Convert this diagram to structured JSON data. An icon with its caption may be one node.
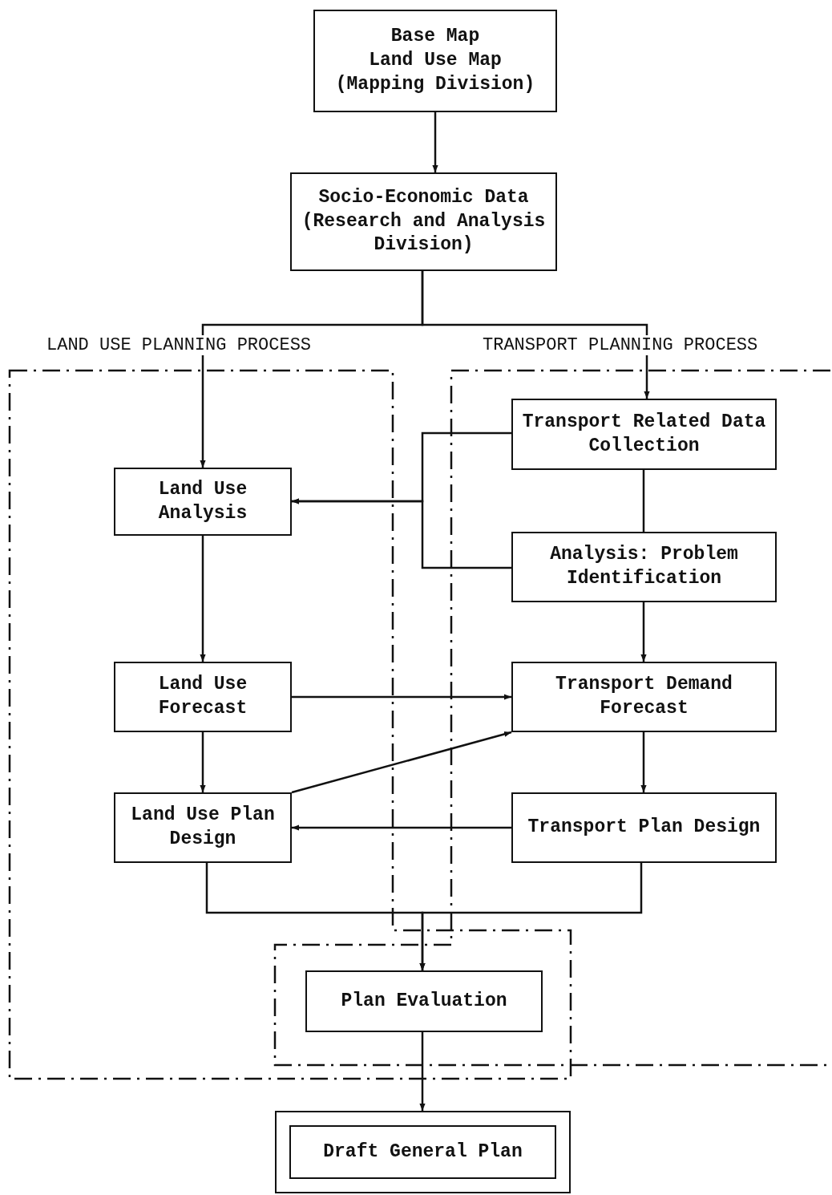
{
  "diagram": {
    "nodes": [
      {
        "text": [
          "Base Map",
          "Land Use Map",
          "(Mapping Division)"
        ]
      },
      {
        "text": [
          "Socio-Economic Data (Research and Analysis Division)"
        ]
      },
      {
        "text": [
          "Transport Related Data Collection"
        ]
      },
      {
        "text": [
          "Land Use Analysis"
        ]
      },
      {
        "text": [
          "Analysis: Problem Identification"
        ]
      },
      {
        "text": [
          "Land Use Forecast"
        ]
      },
      {
        "text": [
          "Transport Demand Forecast"
        ]
      },
      {
        "text": [
          "Land Use Plan Design"
        ]
      },
      {
        "text": [
          "Transport Plan Design"
        ]
      },
      {
        "text": [
          "Plan Evaluation"
        ]
      },
      {
        "text": [
          "Draft General Plan"
        ]
      }
    ],
    "edges": [
      {
        "from": 0,
        "to": 1,
        "arrow": "to"
      },
      {
        "from": 1,
        "to": 3,
        "arrow": "to"
      },
      {
        "from": 1,
        "to": 2,
        "arrow": "to"
      },
      {
        "from": 2,
        "to": 3,
        "arrow": "to"
      },
      {
        "from": 4,
        "to": 3,
        "arrow": "to"
      },
      {
        "from": 2,
        "to": 4,
        "arrow": "none"
      },
      {
        "from": 3,
        "to": 5,
        "arrow": "to"
      },
      {
        "from": 4,
        "to": 6,
        "arrow": "to"
      },
      {
        "from": 5,
        "to": 6,
        "arrow": "to"
      },
      {
        "from": 5,
        "to": 7,
        "arrow": "to"
      },
      {
        "from": 7,
        "to": 6,
        "arrow": "to"
      },
      {
        "from": 6,
        "to": 8,
        "arrow": "to"
      },
      {
        "from": 8,
        "to": 7,
        "arrow": "to"
      },
      {
        "from": 7,
        "to": 9,
        "arrow": "to"
      },
      {
        "from": 8,
        "to": 9,
        "arrow": "to"
      },
      {
        "from": 9,
        "to": 10,
        "arrow": "to"
      }
    ],
    "labels": [
      "LAND USE PLANNING PROCESS",
      "TRANSPORT PLANNING PROCESS"
    ]
  }
}
